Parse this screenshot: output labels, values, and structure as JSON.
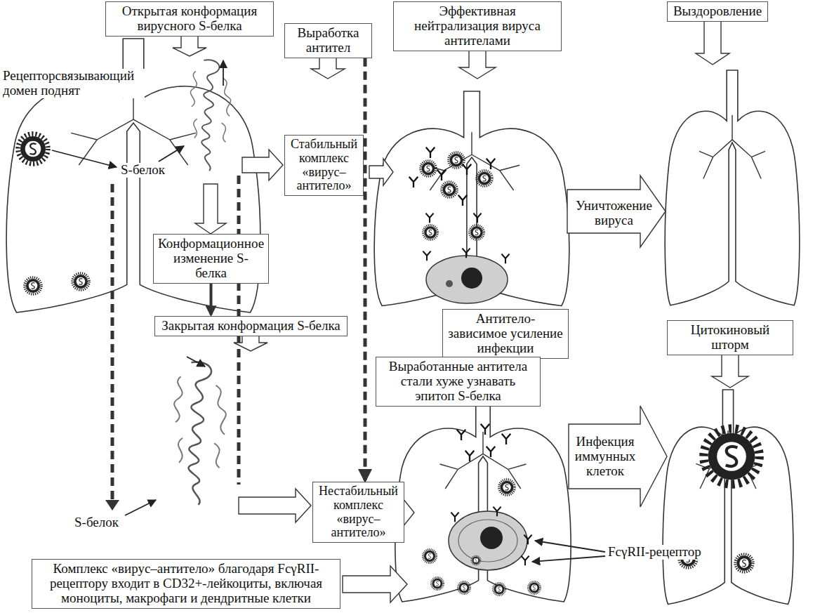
{
  "diagram": {
    "nodes": [
      {
        "text": [
          "Открытая конформация вирусного S-белка"
        ]
      },
      {
        "text": [
          "Эффективная нейтрализация вируса антителами"
        ]
      },
      {
        "text": [
          "Выздоровление"
        ]
      },
      {
        "text": [
          "Выработка антител"
        ]
      },
      {
        "text": [
          "Стабильный комплекс «вирус– антитело»"
        ]
      },
      {
        "text": [
          "Уничтожение вируса"
        ]
      },
      {
        "text": [
          "Конформационное изменение S-белка"
        ]
      },
      {
        "text": [
          "Закрытая конформация S-белка"
        ]
      },
      {
        "text": [
          "Антитело-зависимое усиление инфекции"
        ]
      },
      {
        "text": [
          "Цитокиновый шторм"
        ]
      },
      {
        "text": [
          "Выработанные антитела стали хуже узнавать эпитоп S-белка"
        ]
      },
      {
        "text": [
          "Нестабильный комплекс «вирус– антитело»"
        ]
      },
      {
        "text": [
          "Инфекция иммунных клеток"
        ]
      },
      {
        "text": [
          "Комплекс «вирус–антитело» благодаря FcγRII- рецептору входит в CD32+-лейкоциты, включая моноциты, макрофаги и дендритные клетки"
        ]
      }
    ],
    "edges": [
      {
        "from": 6,
        "to": 7,
        "arrow": "to"
      },
      {
        "from": 3,
        "to": 11,
        "arrow": "to"
      }
    ],
    "labels": [
      "Рецепторсвязывающий домен поднят",
      "S-белок",
      "S-белок",
      "FcγRII-рецептор"
    ]
  }
}
